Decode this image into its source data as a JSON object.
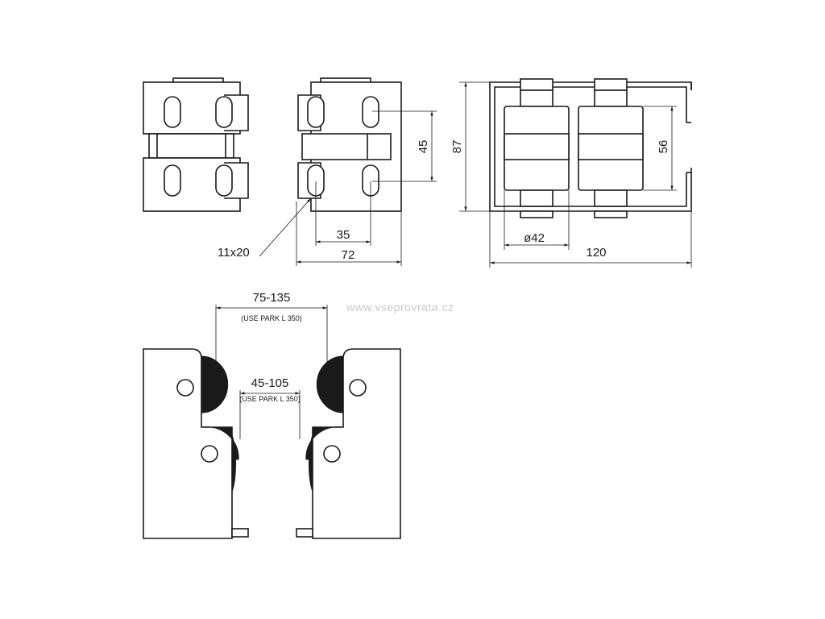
{
  "dimensions": {
    "slot_size": "11x20",
    "slot_spacing": "35",
    "width_front": "72",
    "slot_vertical": "45",
    "height": "87",
    "roller_spacing": "56",
    "roller_diameter": "ø42",
    "length": "120",
    "range_outer": "75-135",
    "range_outer_note": "(USE PARK L 350)",
    "range_inner": "45-105",
    "range_inner_note": "(USE PARK L 350)"
  },
  "watermark": "www.vseprovrata.cz"
}
